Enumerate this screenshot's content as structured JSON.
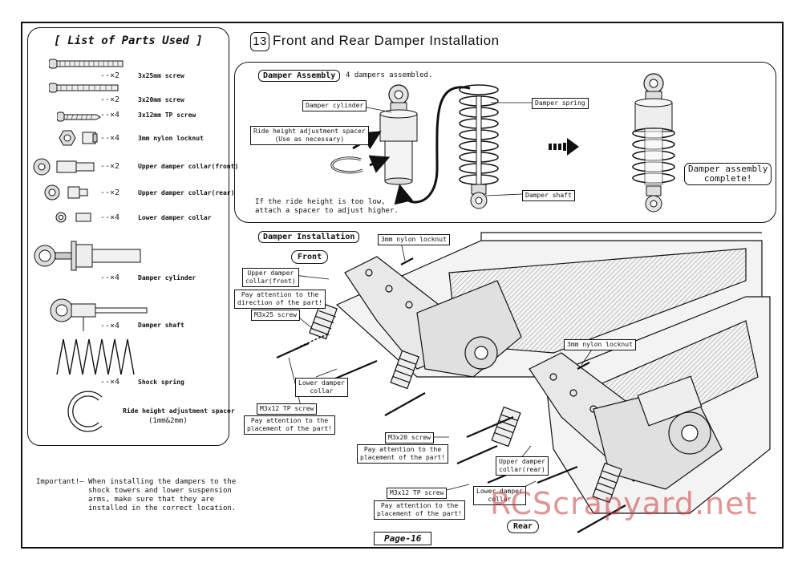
{
  "parts_list": {
    "title": "[ List of Parts Used ]",
    "items": [
      {
        "qty": "--×2",
        "name": "3x25mm screw"
      },
      {
        "qty": "--×2",
        "name": "3x20mm screw"
      },
      {
        "qty": "--×4",
        "name": "3x12mm TP screw"
      },
      {
        "qty": "--×4",
        "name": "3mm nylon locknut"
      },
      {
        "qty": "--×2",
        "name": "Upper damper collar(front)"
      },
      {
        "qty": "--×2",
        "name": "Upper damper collar(rear)"
      },
      {
        "qty": "--×4",
        "name": "Lower damper collar"
      },
      {
        "qty": "--×4",
        "name": "Damper cylinder"
      },
      {
        "qty": "--×4",
        "name": "Damper shaft"
      },
      {
        "qty": "--×4",
        "name": "Shock spring"
      },
      {
        "qty": "",
        "name": "Ride height adjustment spacer",
        "sub": "(1mm&2mm)"
      }
    ]
  },
  "section": {
    "number": "13",
    "title": "Front and Rear Damper Installation"
  },
  "assembly": {
    "heading": "Damper Assembly",
    "subtitle": "4 dampers assembled.",
    "labels": {
      "cylinder": "Damper cylinder",
      "spring": "Damper spring",
      "shaft": "Damper shaft",
      "spacer_line1": "Ride height adjustment spacer",
      "spacer_line2": "(Use as necessary)"
    },
    "note_line1": "If the ride height is too low,",
    "note_line2": "attach a spacer to adjust higher.",
    "complete_line1": "Damper assembly",
    "complete_line2": "complete!"
  },
  "installation": {
    "heading": "Damper Installation",
    "front_label": "Front",
    "rear_label": "Rear",
    "labels": {
      "nylon_locknut_top": "3mm nylon locknut",
      "upper_front_1": "Upper damper",
      "upper_front_2": "collar(front)",
      "attention_dir_1": "Pay attention to the",
      "attention_dir_2": "direction of the part!",
      "m3x25": "M3x25 screw",
      "lower_collar_front_1": "Lower damper",
      "lower_collar_front_2": "collar",
      "m3x12_front": "M3x12 TP screw",
      "attention_place_front_1": "Pay attention to the",
      "attention_place_front_2": "placement of the part!",
      "nylon_locknut_rear": "3mm nylon locknut",
      "m3x20": "M3x20 screw",
      "attention_place_mid_1": "Pay attention to the",
      "attention_place_mid_2": "placement of the part!",
      "upper_rear_1": "Upper damper",
      "upper_rear_2": "collar(rear)",
      "m3x12_rear": "M3x12 TP screw",
      "lower_collar_rear_1": "Lower damper",
      "lower_collar_rear_2": "collar",
      "attention_place_rear_1": "Pay attention to the",
      "attention_place_rear_2": "placement of the part!"
    }
  },
  "important": {
    "lead": "Important!—",
    "line1": "When installing the dampers to the",
    "line2": "shock towers and lower suspension",
    "line3": "arms, make sure that they are",
    "line4": "installed in the correct location."
  },
  "page": "Page-16",
  "watermark": "RCScrapyard.net"
}
